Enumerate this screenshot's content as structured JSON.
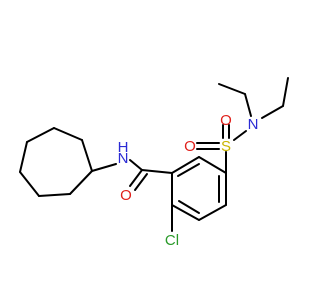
{
  "molecule": {
    "atoms": {
      "n_amide": {
        "text": "N",
        "color": "#2b2bd4"
      },
      "h_amide": {
        "text": "H",
        "color": "#2b2bd4"
      },
      "o_carbonyl": {
        "text": "O",
        "color": "#e0201b"
      },
      "cl": {
        "text": "Cl",
        "color": "#2a9a2a"
      },
      "s": {
        "text": "S",
        "color": "#c9b400"
      },
      "o_s_top": {
        "text": "O",
        "color": "#e0201b"
      },
      "o_s_bottom": {
        "text": "O",
        "color": "#e0201b"
      },
      "n_sulfonamide": {
        "text": "N",
        "color": "#2b2bd4"
      }
    }
  }
}
